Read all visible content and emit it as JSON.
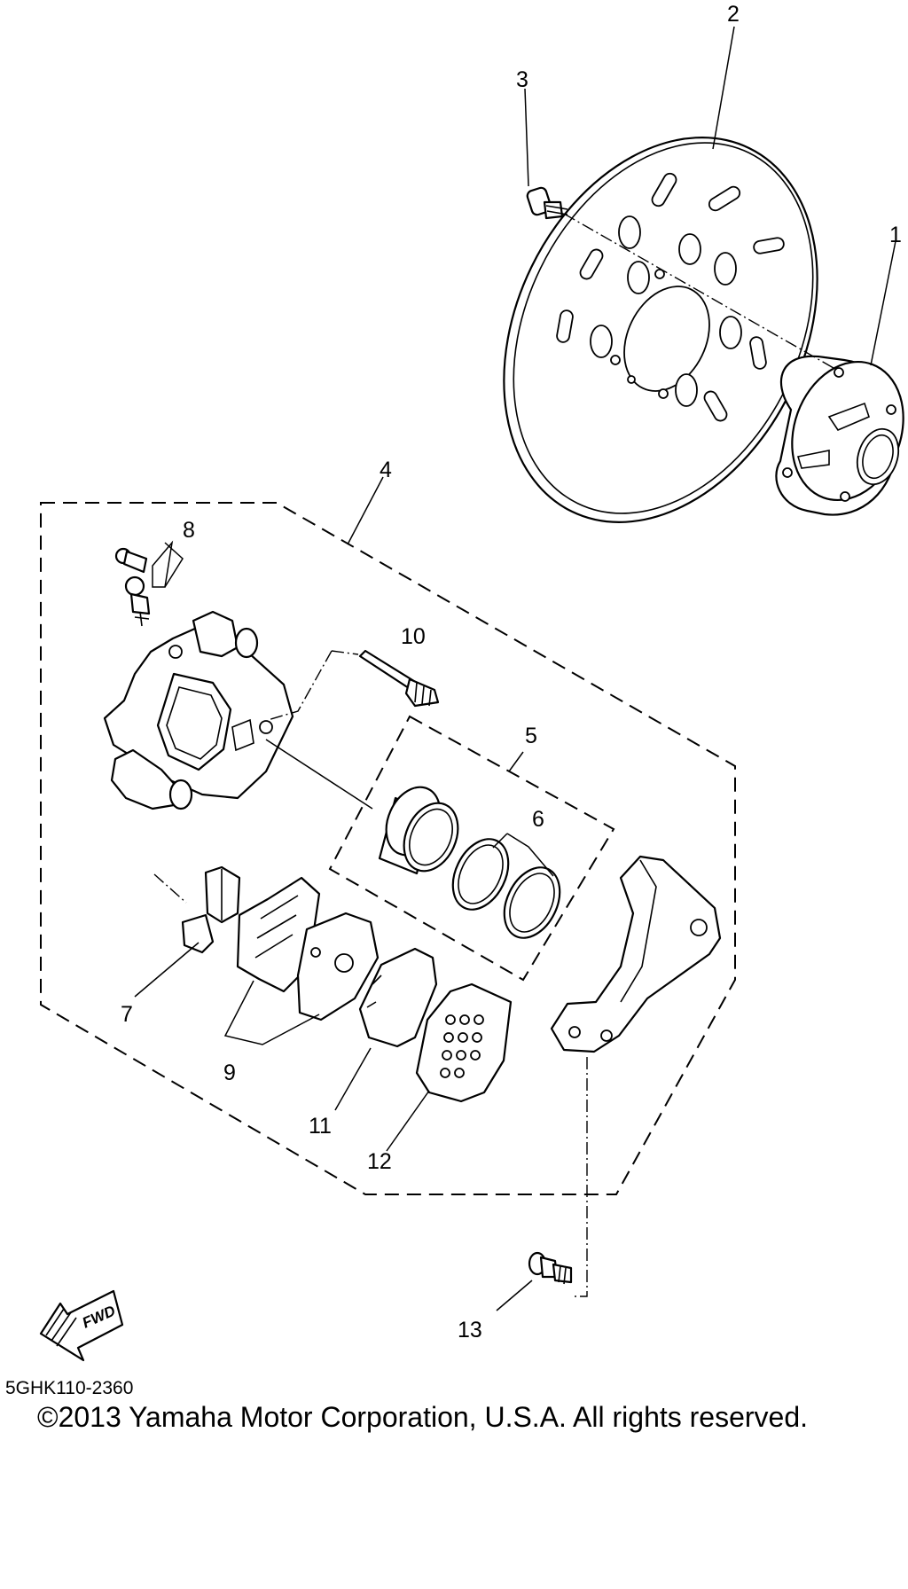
{
  "diagram": {
    "callouts": [
      "1",
      "2",
      "3",
      "4",
      "5",
      "6",
      "7",
      "8",
      "9",
      "10",
      "11",
      "12",
      "13"
    ],
    "fwd_label": "FWD",
    "diagram_code": "5GHK110-2360",
    "copyright": "©2013 Yamaha Motor Corporation, U.S.A. All rights reserved."
  },
  "parts": [
    {
      "callout": "1",
      "icon": "hub-icon"
    },
    {
      "callout": "2",
      "icon": "brake-disc-icon"
    },
    {
      "callout": "3",
      "icon": "bolt-icon"
    },
    {
      "callout": "4",
      "icon": "caliper-assembly-icon"
    },
    {
      "callout": "5",
      "icon": "piston-kit-icon"
    },
    {
      "callout": "6",
      "icon": "seal-ring-icon"
    },
    {
      "callout": "7",
      "icon": "pad-spring-icon"
    },
    {
      "callout": "8",
      "icon": "bleed-screw-icon"
    },
    {
      "callout": "9",
      "icon": "brake-pad-icon"
    },
    {
      "callout": "10",
      "icon": "pad-pin-icon"
    },
    {
      "callout": "11",
      "icon": "shim-icon"
    },
    {
      "callout": "12",
      "icon": "pad-support-icon"
    },
    {
      "callout": "13",
      "icon": "flange-bolt-icon"
    }
  ]
}
